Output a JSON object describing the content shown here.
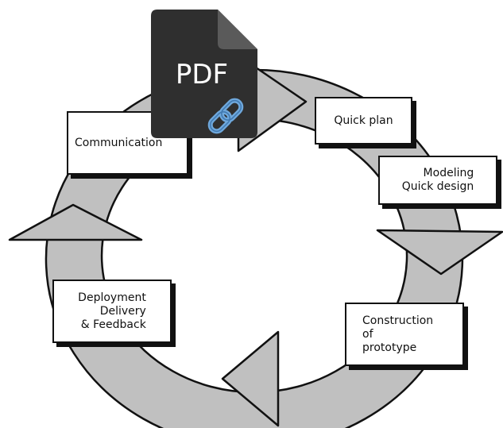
{
  "diagram": {
    "nodes": [
      {
        "id": "communication",
        "label": "Communication"
      },
      {
        "id": "quick_plan",
        "label": "Quick plan"
      },
      {
        "id": "modeling",
        "label": "Modeling\nQuick design"
      },
      {
        "id": "construction",
        "label": "Construction\nof\nprototype"
      },
      {
        "id": "deployment",
        "label": "Deployment\nDelivery\n& Feedback"
      }
    ],
    "cycle_order": [
      "communication",
      "quick_plan",
      "modeling",
      "construction",
      "deployment"
    ]
  },
  "overlay": {
    "badge_text": "PDF",
    "icon": "pdf-link-icon",
    "colors": {
      "file": "#2f2f2f",
      "fold": "#5a5a5a",
      "link": "#6fa8dc"
    }
  },
  "colors": {
    "cycle_fill": "#c0c0c0",
    "outline": "#111111",
    "box_fill": "#ffffff"
  }
}
